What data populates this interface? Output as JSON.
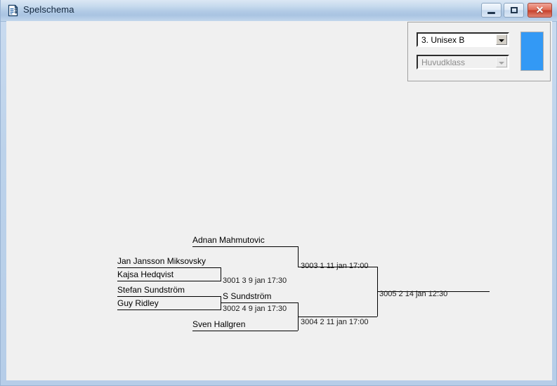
{
  "window": {
    "title": "Spelschema",
    "icon": "document-report-icon",
    "buttons": {
      "minimize": "minimize-icon",
      "maximize": "maximize-icon",
      "close": "✕"
    }
  },
  "class_panel": {
    "class_combo": {
      "value": "3.  Unisex B",
      "enabled": true
    },
    "subclass_combo": {
      "value": "Huvudklass",
      "enabled": false
    },
    "color_swatch": {
      "color": "#3399f5"
    }
  },
  "bracket": {
    "round1": [
      {
        "name": "Jan Jansson Miksovsky"
      },
      {
        "name": "Kajsa Hedqvist"
      },
      {
        "name": "Stefan Sundström"
      },
      {
        "name": "Guy Ridley"
      }
    ],
    "round1_matches": [
      {
        "id": "3001",
        "court": "3",
        "datetime": "9 jan 17:30",
        "label": "3001   3 9 jan 17:30"
      },
      {
        "id": "3002",
        "court": "4",
        "datetime": "9 jan 17:30",
        "label": "3002   4 9 jan 17:30"
      }
    ],
    "seeded": [
      {
        "name": "Adnan Mahmutovic"
      },
      {
        "name": "Sven Hallgren"
      }
    ],
    "round2_winners": [
      {
        "name": "S Sundström"
      }
    ],
    "round2_matches": [
      {
        "id": "3003",
        "court": "1",
        "datetime": "11 jan 17:00",
        "label": "3003   1 11 jan 17:00"
      },
      {
        "id": "3004",
        "court": "2",
        "datetime": "11 jan 17:00",
        "label": "3004   2 11 jan 17:00"
      }
    ],
    "final_match": {
      "id": "3005",
      "court": "2",
      "datetime": "14 jan 12:30",
      "label": "3005   2 14 jan 12:30"
    }
  }
}
